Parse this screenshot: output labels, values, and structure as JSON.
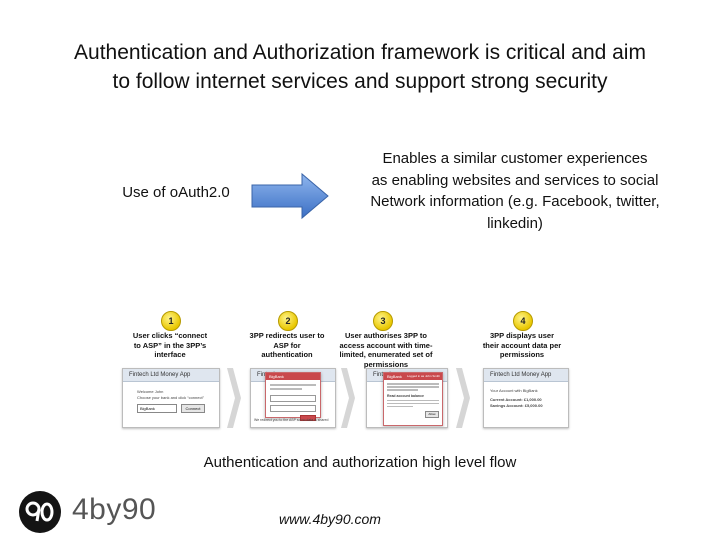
{
  "slide": {
    "title_line1": "Authentication and Authorization framework is critical and aim",
    "title_line2": "to follow internet services and support strong security",
    "oauth_label": "Use of oAuth2.0",
    "benefit_lines": [
      "Enables a similar customer experiences",
      "as enabling  websites and services to social",
      "Network information (e.g. Facebook, twitter,",
      "linkedin)"
    ],
    "flow_caption": "Authentication and authorization high level flow",
    "url": "www.4by90.com",
    "logo_text": "4by90",
    "accent_arrow": "#4f86d8"
  },
  "steps": [
    {
      "number": "1",
      "caption_lines": [
        "User clicks “connect",
        "to ASP” in the 3PP’s",
        "interface"
      ],
      "screen_title": "Fintech Ltd Money App",
      "screen_line1": "Welcome John",
      "screen_line2": "Choose your bank and click “connect”",
      "select_value": "BigBank",
      "button_label": "Connect"
    },
    {
      "number": "2",
      "caption_lines": [
        "3PP redirects user to",
        "ASP for",
        "authentication"
      ],
      "screen_title": "Fintech",
      "popup_title": "BigBank",
      "footer_text": "We redirect you to the ASP so no data is shared"
    },
    {
      "number": "3",
      "caption_lines": [
        "User authorises 3PP to",
        "access account with time-",
        "limited, enumerated set of",
        "permissions"
      ],
      "screen_title": "Fintech",
      "popup_title": "BigBank",
      "popup_right": "Logged in as John Smith",
      "popup_section": "Read account balance",
      "button_label": "Allow"
    },
    {
      "number": "4",
      "caption_lines": [
        "3PP displays user",
        "their account data per",
        "permissions"
      ],
      "screen_title": "Fintech Ltd Money App",
      "screen_line1": "Your Account with BigBank",
      "balance_line": "Current Account: £1,000.00",
      "savings_line": "Savings Account: £5,000.00"
    }
  ]
}
